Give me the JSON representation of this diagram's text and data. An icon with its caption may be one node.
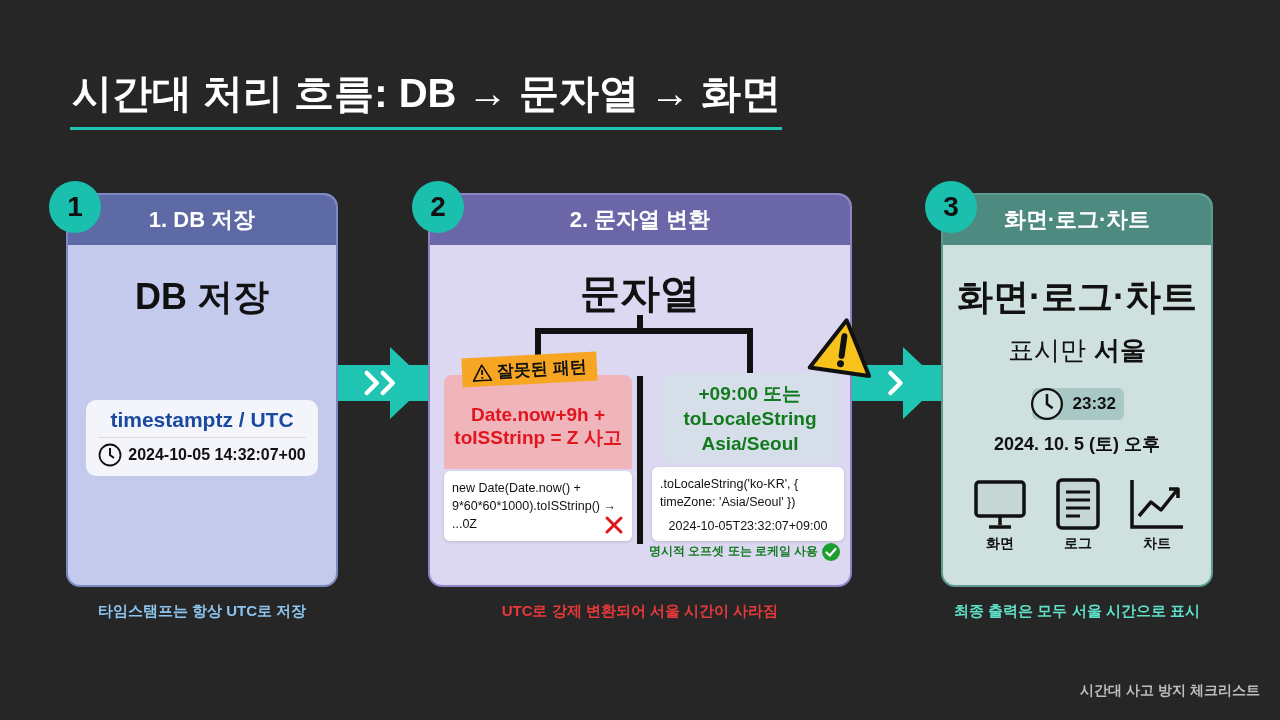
{
  "diagram": {
    "title": "시간대 처리 흐름: DB → 문자열 → 화면",
    "nodes": [
      {
        "text": [
          "1"
        ]
      },
      {
        "text": [
          "1. DB 저장",
          "DB 저장"
        ],
        "beside": [
          "타임스탬프는 항상 UTC로 저장"
        ]
      },
      {
        "text": [
          "timestamptz / UTC",
          "2024-10-05 14:32:07+00"
        ],
        "in": 1
      },
      {
        "text": [
          "2"
        ]
      },
      {
        "text": [
          "2. 문자열 변환"
        ],
        "beside": [
          "UTC로 강제 변환되어 서울 시간이 사라짐"
        ]
      },
      {
        "text": [
          "문자열"
        ],
        "in": 4
      },
      {
        "text": [
          "잘못된 패턴",
          "Date.now+9h + toISStrinp = Z 사고"
        ],
        "in": 4
      },
      {
        "text": [
          "new Date(Date.now() + 9*60*60*1000).toISStrinp() → ...0Z"
        ],
        "in": 4
      },
      {
        "text": [
          "+09:00 또는 toLocaleString Asia/Seoul"
        ],
        "in": 4
      },
      {
        "text": [
          ".toLocaleString('ko-KR', { timeZone: 'Asia/Seoul' })",
          "2024-10-05T23:32:07+09:00"
        ],
        "in": 4
      },
      {
        "text": [
          "3"
        ]
      },
      {
        "text": [
          "화면·로그·차트",
          "화면·로그·차트",
          "표시만 **서울**"
        ],
        "beside": [
          "최종 출력은 모두 서울 시간으로 표시"
        ]
      },
      {
        "text": [
          "23:32"
        ],
        "in": 11
      }
    ],
    "edges": [
      {
        "from": 1,
        "to": 4,
        "arrow": "to",
        "style": "thick",
        "color": "#1fc4b2"
      },
      {
        "from": 4,
        "to": 11,
        "arrow": "to",
        "style": "thick",
        "color": "#1fc4b2"
      },
      {
        "from": 5,
        "to": 6,
        "arrow": "none",
        "color": "#111111"
      },
      {
        "from": 5,
        "to": 8,
        "arrow": "none",
        "color": "#111111"
      }
    ],
    "labels": [
      "명시적 오프셋 또는 로케일 사용",
      "2024. 10. 5 (토) 오후",
      "화면",
      "로그",
      "차트",
      "시간대 사고 방지 체크리스트"
    ]
  }
}
